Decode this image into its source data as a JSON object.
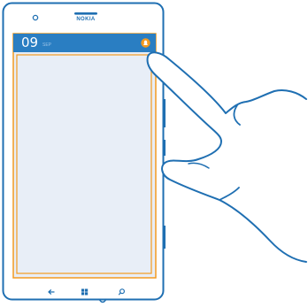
{
  "device": {
    "brand": "NOKIA"
  },
  "tile": {
    "number": "09",
    "suffix": "SEP"
  },
  "navbar": {
    "back_icon": "back-arrow-icon",
    "start_icon": "windows-start-icon",
    "search_icon": "search-icon"
  },
  "colors": {
    "outline_blue": "#1f6fb2",
    "tile_blue": "#2a7ec2",
    "screen_fill": "#e8eef7",
    "highlight_orange": "#f39a21"
  }
}
